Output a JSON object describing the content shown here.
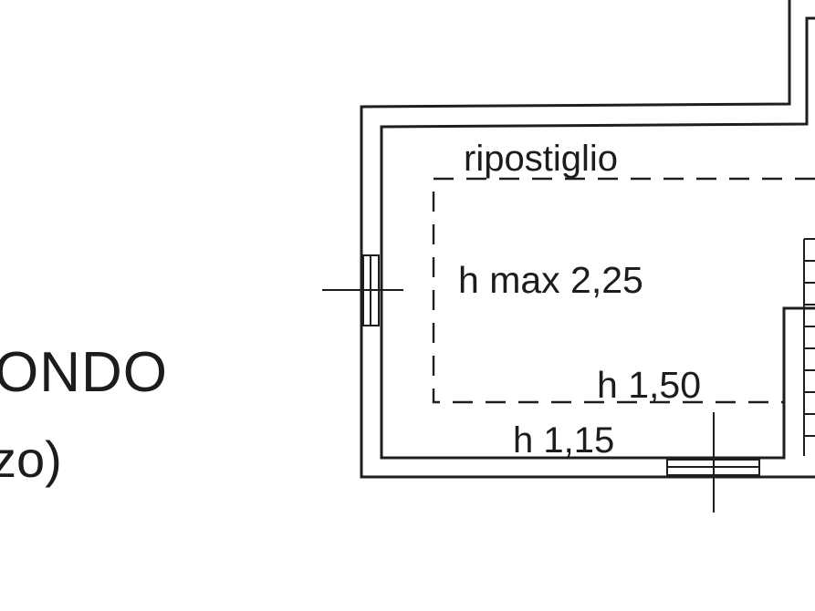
{
  "labels": {
    "room_name": "ripostiglio",
    "max_height": "h max 2,25",
    "height_mid": "h 1,50",
    "height_min": "h  1,15",
    "floor_title_fragment": "ONDO",
    "floor_subtitle_fragment": "zo)"
  },
  "colors": {
    "ink": "#1e1e1e",
    "background": "#ffffff"
  }
}
